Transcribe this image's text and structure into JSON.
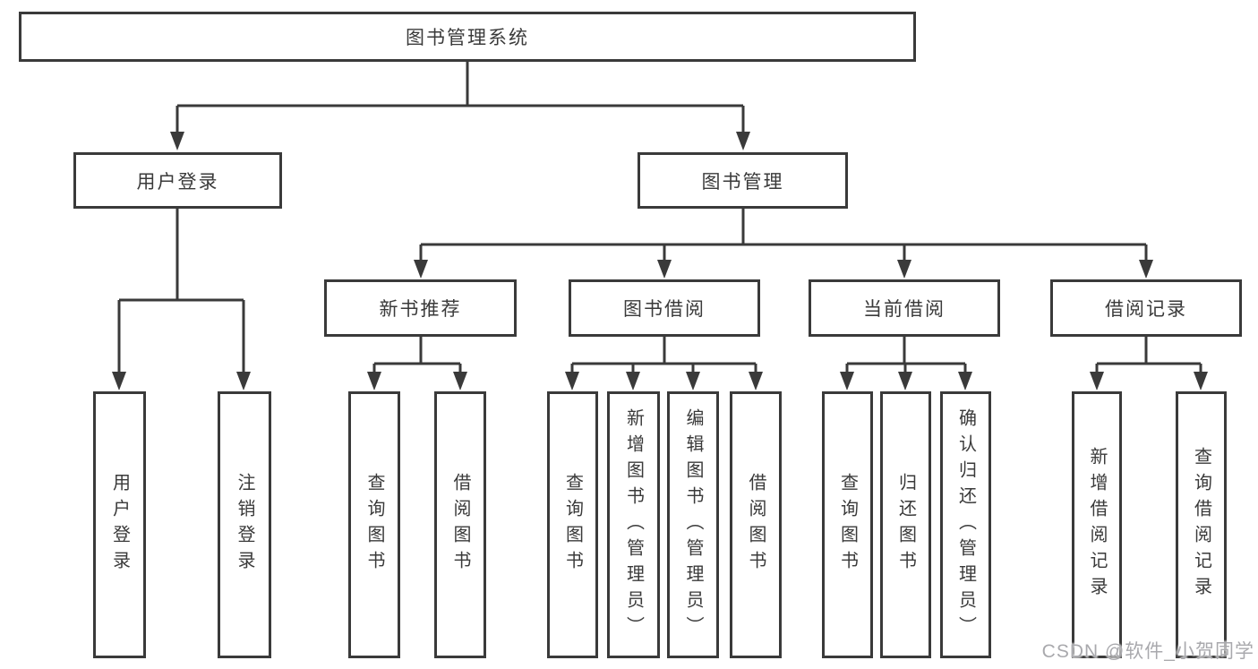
{
  "tree": {
    "label": "图书管理系统",
    "children": [
      {
        "label": "用户登录",
        "children": [
          {
            "label": "用户登录"
          },
          {
            "label": "注销登录"
          }
        ]
      },
      {
        "label": "图书管理",
        "children": [
          {
            "label": "新书推荐",
            "children": [
              {
                "label": "查询图书"
              },
              {
                "label": "借阅图书"
              }
            ]
          },
          {
            "label": "图书借阅",
            "children": [
              {
                "label": "查询图书"
              },
              {
                "label": "新增图书（管理员）"
              },
              {
                "label": "编辑图书（管理员）"
              },
              {
                "label": "借阅图书"
              }
            ]
          },
          {
            "label": "当前借阅",
            "children": [
              {
                "label": "查询图书"
              },
              {
                "label": "归还图书"
              },
              {
                "label": "确认归还（管理员）"
              }
            ]
          },
          {
            "label": "借阅记录",
            "children": [
              {
                "label": "新增借阅记录"
              },
              {
                "label": "查询借阅记录"
              }
            ]
          }
        ]
      }
    ]
  },
  "watermark": {
    "text": "CSDN @软件_小贺同学"
  },
  "colors": {
    "line": "#3a3a3a",
    "box_border": "#3a3a3a",
    "box_background": "#ffffff",
    "text": "#3a3a3a",
    "watermark": "#a9a9ad",
    "page_background": "#ffffff"
  }
}
